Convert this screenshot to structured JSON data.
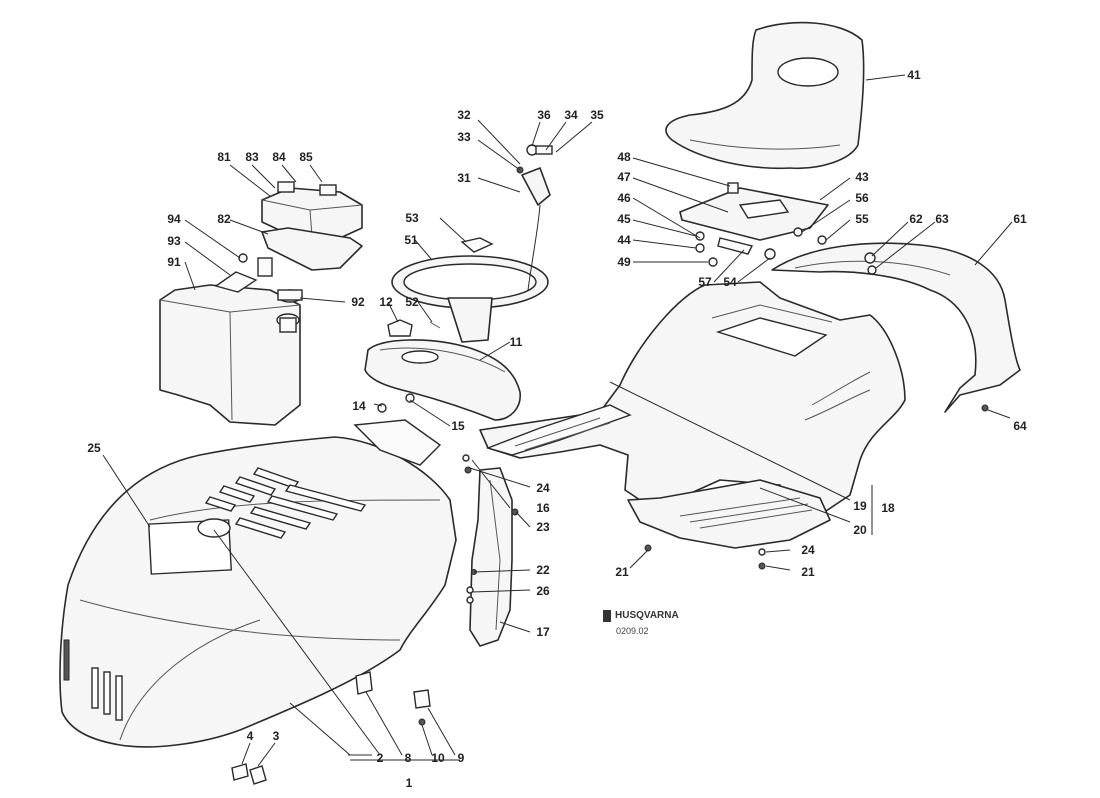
{
  "diagram": {
    "callouts": {
      "c1": "1",
      "c2": "2",
      "c3": "3",
      "c4": "4",
      "c8": "8",
      "c9": "9",
      "c10": "10",
      "c11": "11",
      "c12": "12",
      "c14": "14",
      "c15": "15",
      "c16": "16",
      "c17": "17",
      "c18": "18",
      "c19": "19",
      "c20": "20",
      "c21a": "21",
      "c21b": "21",
      "c22": "22",
      "c23": "23",
      "c24a": "24",
      "c24b": "24",
      "c25": "25",
      "c26": "26",
      "c31": "31",
      "c32": "32",
      "c33": "33",
      "c34": "34",
      "c35": "35",
      "c36": "36",
      "c41": "41",
      "c43": "43",
      "c44": "44",
      "c45": "45",
      "c46": "46",
      "c47": "47",
      "c48": "48",
      "c49": "49",
      "c51": "51",
      "c52": "52",
      "c53": "53",
      "c54": "54",
      "c55": "55",
      "c56": "56",
      "c57": "57",
      "c61": "61",
      "c62": "62",
      "c63": "63",
      "c64": "64",
      "c81": "81",
      "c82": "82",
      "c83": "83",
      "c84": "84",
      "c85": "85",
      "c91": "91",
      "c92": "92",
      "c93": "93",
      "c94": "94"
    },
    "logo": {
      "brand": "HUSQVARNA",
      "code": "0209.02"
    }
  }
}
